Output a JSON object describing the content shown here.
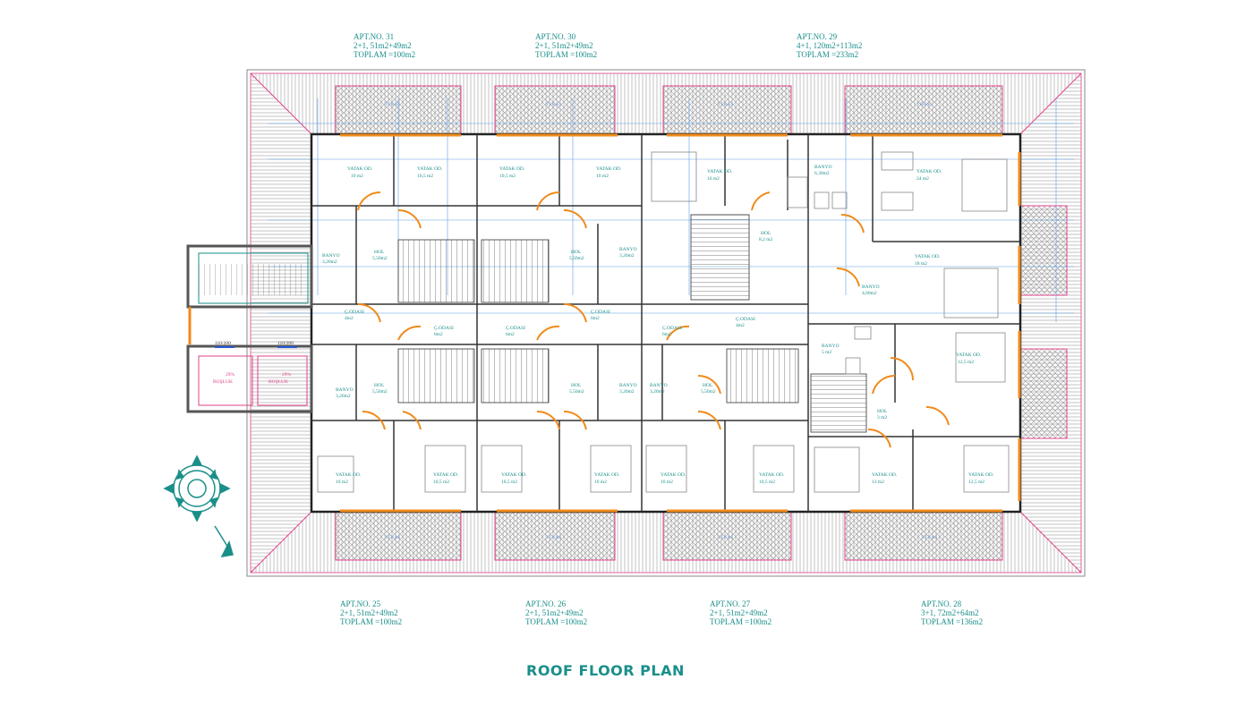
{
  "apartments_top": [
    {
      "no": "APT.NO. 31",
      "type": "2+1, 51m2+49m2",
      "total": "TOPLAM =100m2"
    },
    {
      "no": "APT.NO. 30",
      "type": "2+1, 51m2+49m2",
      "total": "TOPLAM =100m2"
    },
    {
      "no": "APT.NO. 29",
      "type": "4+1, 120m2+113m2",
      "total": "TOPLAM =233m2"
    }
  ],
  "apartments_bottom": [
    {
      "no": "APT.NO. 25",
      "type": "2+1, 51m2+49m2",
      "total": "TOPLAM =100m2"
    },
    {
      "no": "APT.NO. 26",
      "type": "2+1, 51m2+49m2",
      "total": "TOPLAM =100m2"
    },
    {
      "no": "APT.NO. 27",
      "type": "2+1, 51m2+49m2",
      "total": "TOPLAM =100m2"
    },
    {
      "no": "APT.NO. 28",
      "type": "3+1, 72m2+64m2",
      "total": "TOPLAM =136m2"
    }
  ],
  "plan_title": "ROOF FLOOR PLAN",
  "room_labels": {
    "yatak": "YATAK OD.",
    "banyo": "BANYO",
    "hol": "HOL",
    "cocuk": "Ç.ODASI",
    "teras": "TERAS",
    "bosluk": "BOŞLUK"
  },
  "room_areas": {
    "r1": "10 m2",
    "r2": "10,5 m2",
    "r3": "10,5 m2",
    "r4": "10 m2",
    "r5": "16 m2",
    "r6": "24 m2",
    "b1": "3,20m2",
    "h1": "5,50m2",
    "h2": "5,50m2",
    "b2": "3,20m2",
    "h3": "8,2 m2",
    "b3": "6,30m2",
    "r7": "18 m2",
    "b4": "4,60m2",
    "c1": "4m2",
    "c2": "6m2",
    "c3": "6m2",
    "c4": "6m2",
    "c5": "6m2",
    "c6": "4m2",
    "b5": "3,20m2",
    "h4": "5,50m2",
    "h5": "5,50m2",
    "b6": "3,20m2",
    "b7": "3,20m2",
    "h6": "5,50m2",
    "b8": "5 m2",
    "h7": "3 m2",
    "r8": "12,5 m2",
    "d1": "10 m2",
    "d2": "10,5 m2",
    "d3": "10,5 m2",
    "d4": "10 m2",
    "d5": "10 m2",
    "d6": "10,5 m2",
    "d7": "13 m2",
    "d8": "12,5 m2"
  },
  "void_label": "29%",
  "stair_dims": [
    "110/200",
    "110/200"
  ],
  "colors": {
    "outline": "#8a8a8a",
    "roof_edge": "#e0408a",
    "wall": "#222222",
    "door": "#f08a1a",
    "dim": "#5aa0e6",
    "text": "#1a8f8a"
  }
}
